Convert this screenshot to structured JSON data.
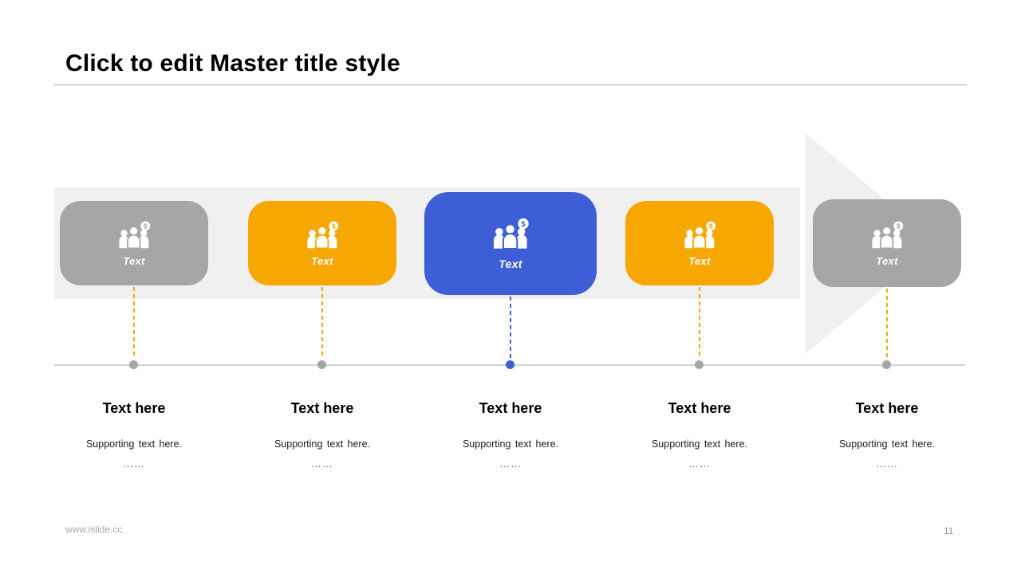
{
  "slide": {
    "title": "Click to edit Master title style",
    "footer": {
      "website": "www.islide.cc",
      "page_number": "11"
    }
  },
  "colors": {
    "gray_card": "#a6a6a6",
    "orange_card": "#f7a701",
    "blue_card": "#3d5ed6",
    "band": "#f0f0f0",
    "arrow": "#f0f0f0",
    "timeline_line": "#d2d2d2",
    "title_rule": "#a1a1a1"
  },
  "cards": [
    {
      "label": "Text",
      "color": "#a6a6a6",
      "icon": "people-dollar-icon",
      "connector_color": "#f7a701",
      "dot_color": "#a6a6a6",
      "emphasized": false
    },
    {
      "label": "Text",
      "color": "#f7a701",
      "icon": "people-dollar-icon",
      "connector_color": "#f7a701",
      "dot_color": "#a6a6a6",
      "emphasized": false
    },
    {
      "label": "Text",
      "color": "#3d5ed6",
      "icon": "people-dollar-icon",
      "connector_color": "#3d5ed6",
      "dot_color": "#3d5ed6",
      "emphasized": true
    },
    {
      "label": "Text",
      "color": "#f7a701",
      "icon": "people-dollar-icon",
      "connector_color": "#f7a701",
      "dot_color": "#a6a6a6",
      "emphasized": false
    },
    {
      "label": "Text",
      "color": "#a6a6a6",
      "icon": "people-dollar-icon",
      "connector_color": "#f7a701",
      "dot_color": "#a6a6a6",
      "emphasized": false
    }
  ],
  "columns": [
    {
      "heading": "Text here",
      "body": "Supporting text here.",
      "ellipsis": "……"
    },
    {
      "heading": "Text here",
      "body": "Supporting text here.",
      "ellipsis": "……"
    },
    {
      "heading": "Text here",
      "body": "Supporting text here.",
      "ellipsis": "……"
    },
    {
      "heading": "Text here",
      "body": "Supporting text here.",
      "ellipsis": "……"
    },
    {
      "heading": "Text here",
      "body": "Supporting text here.",
      "ellipsis": "……"
    }
  ]
}
